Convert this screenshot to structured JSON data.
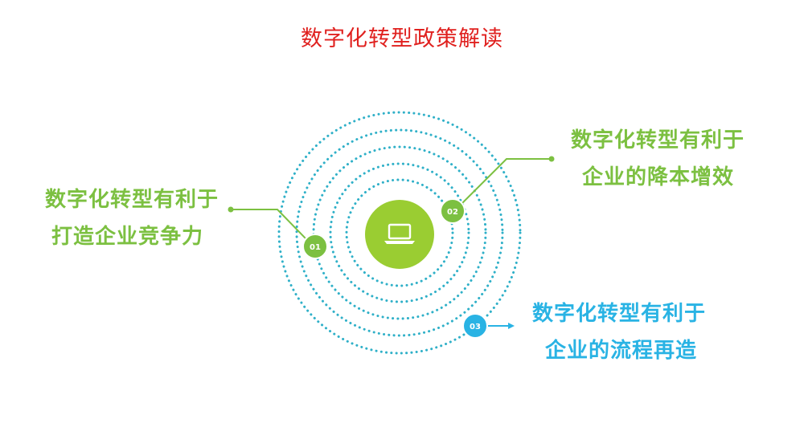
{
  "title": "数字化转型政策解读",
  "center": {
    "icon": "laptop-icon"
  },
  "nodes": [
    {
      "badge": "01",
      "color": "#7cc041",
      "line1": "数字化转型有利于",
      "line2": "打造企业竞争力"
    },
    {
      "badge": "02",
      "color": "#7cc041",
      "line1": "数字化转型有利于",
      "line2": "企业的降本增效"
    },
    {
      "badge": "03",
      "color": "#29b3e4",
      "line1": "数字化转型有利于",
      "line2": "企业的流程再造"
    }
  ],
  "colors": {
    "title": "#e0211f",
    "green": "#7cc041",
    "center": "#9acd32",
    "blue": "#29b3e4",
    "dots": "#2fb0c8"
  }
}
